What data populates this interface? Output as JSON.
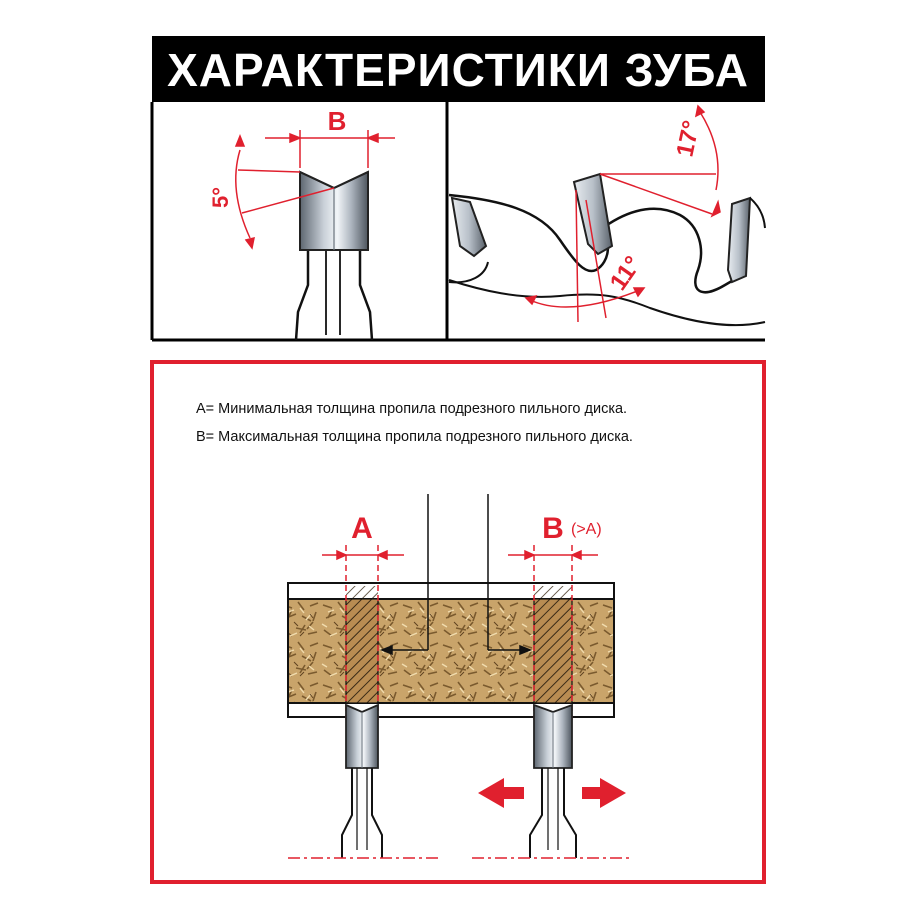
{
  "title": "ХАРАКТЕРИСТИКИ ЗУБА",
  "top_left": {
    "width_label": "B",
    "angle_label": "5°"
  },
  "top_right": {
    "top_angle_label": "17°",
    "bottom_angle_label": "11°"
  },
  "bottom": {
    "line_a": "A= Минимальная толщина пропила подрезного пильного диска.",
    "line_b": "B= Максимальная толщина пропила подрезного пильного диска.",
    "label_a": "A",
    "label_b": "B",
    "label_b_note": "(>A)"
  },
  "colors": {
    "accent_red": "#e0202e",
    "title_bg": "#000000",
    "board": "#c9a46a"
  }
}
